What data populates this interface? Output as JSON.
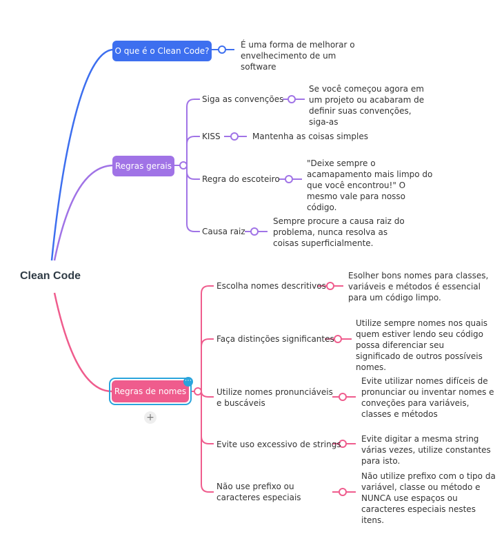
{
  "root": {
    "label": "Clean Code"
  },
  "colors": {
    "blue": "#3d6fef",
    "purple": "#a073e6",
    "pink": "#ef5c8d"
  },
  "branches": {
    "what": {
      "label": "O que é o Clean Code?",
      "desc": "É uma forma de melhorar o envelhecimento de um software"
    },
    "general": {
      "label": "Regras gerais",
      "items": [
        {
          "label": "Siga as convenções",
          "desc": "Se você começou agora em um projeto ou acabaram de definir suas convenções, siga-as"
        },
        {
          "label": "KISS",
          "desc": "Mantenha as coisas simples"
        },
        {
          "label": "Regra do escoteiro",
          "desc": "\"Deixe sempre o acamapamento mais limpo do que você encontrou!\" O mesmo vale para nosso código."
        },
        {
          "label": "Causa raiz",
          "desc": "Sempre procure a causa raiz do problema, nunca resolva as coisas superficialmente."
        }
      ]
    },
    "names": {
      "label": "Regras de nomes",
      "items": [
        {
          "label": "Escolha nomes descritivos",
          "desc": "Esolher bons nomes para classes, variáveis e métodos é essencial para um código limpo."
        },
        {
          "label": "Faça distinções significantes",
          "desc": "Utilize sempre nomes nos quais quem estiver lendo seu código possa diferenciar seu significado de outros possíveis nomes."
        },
        {
          "label": "Utilize nomes pronunciáveis e buscáveis",
          "desc": "Evite utilizar nomes difíceis de pronunciar ou inventar nomes e conveções para variáveis, classes e métodos"
        },
        {
          "label": "Evite uso excessivo de strings",
          "desc": "Evite digitar a mesma string várias vezes, utilize constantes para isto."
        },
        {
          "label": "Não use prefixo ou caracteres especiais",
          "desc": "Não utilize prefixo com o tipo da variável, classe ou método e NUNCA use espaços ou caracteres especiais nestes itens."
        }
      ]
    }
  },
  "controls": {
    "menu_glyph": "⋯",
    "add_glyph": "+"
  }
}
